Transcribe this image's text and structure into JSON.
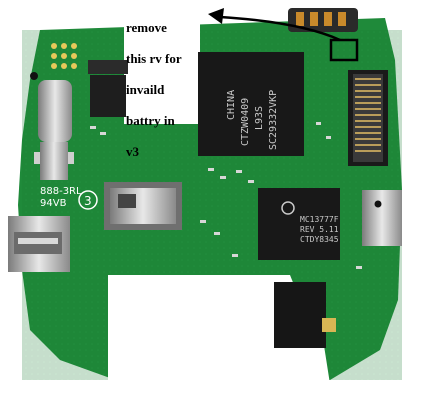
{
  "annotation": {
    "lines": [
      "remove",
      "this rv for",
      "invaild",
      "battry in",
      "v3"
    ]
  },
  "main_chip": {
    "lines": [
      "SC29332VKP",
      "L93S",
      "CTZW0409",
      "CHINA"
    ]
  },
  "small_chip": {
    "lines": [
      "MC13777F",
      "REV 5.11",
      "CTDY8345"
    ]
  },
  "silkscreen": {
    "board_code": "888-3RL",
    "date_code": "94VB",
    "ring_number": "3"
  },
  "colors": {
    "pcb": "#1f8a3a",
    "pcb_dark": "#137030",
    "arrow": "#000000",
    "highlight_box": "#000000"
  }
}
